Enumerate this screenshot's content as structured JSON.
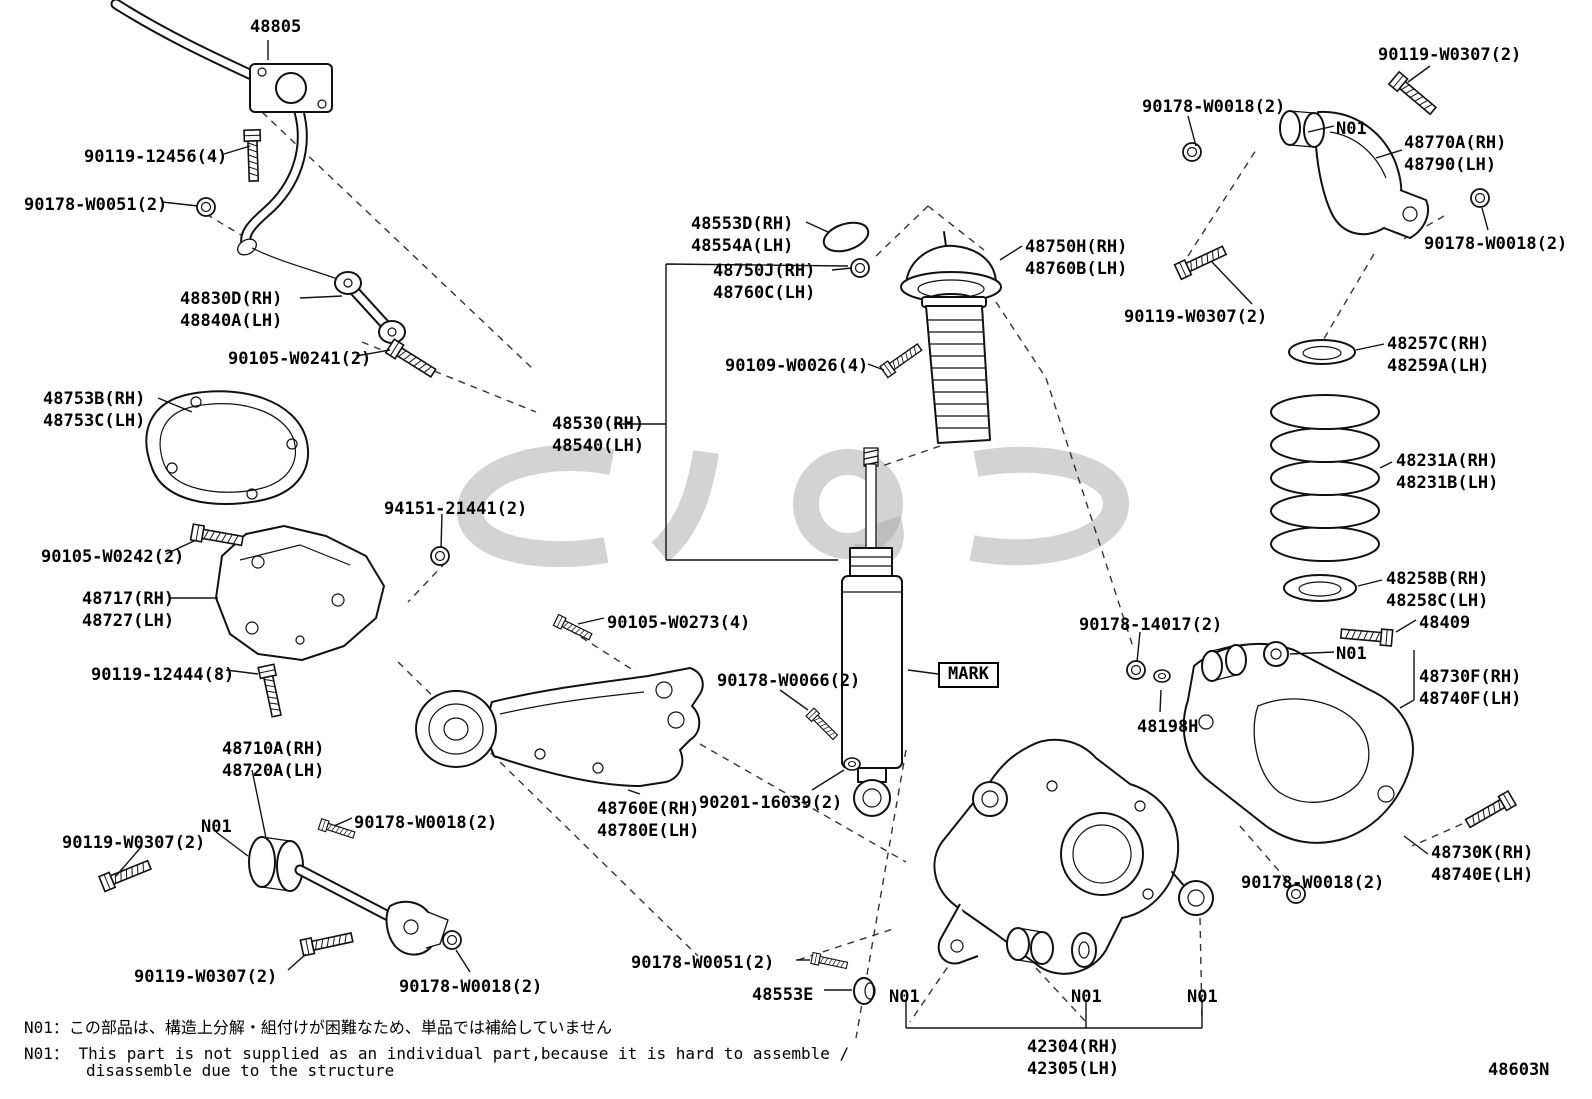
{
  "diagram": {
    "drawing_code": "48603N",
    "mark_box": "MARK",
    "notes": {
      "jp": "N01：この部品は、構造上分解・組付けが困難なため、単品では補給していません",
      "en1": "N01： This part is not supplied as an individual part,because it is hard to assemble /",
      "en2": "disassemble due to the structure"
    },
    "labels": {
      "stabilizer_bar": "48805",
      "bolt_12456": "90119-12456(4)",
      "nut_w0051_top": "90178-W0051(2)",
      "link_rh": "48830D(RH)",
      "link_lh": "48840A(LH)",
      "bolt_w0241": "90105-W0241(2)",
      "cover_rh": "48753B(RH)",
      "cover_lh": "48753C(LH)",
      "bolt_w0242": "90105-W0242(2)",
      "bracket_rh": "48717(RH)",
      "bracket_lh": "48727(LH)",
      "bolt_12444": "90119-12444(8)",
      "strut_rod_rh": "48710A(RH)",
      "strut_rod_lh": "48720A(LH)",
      "n01_1": "N01",
      "bolt_w0307_left": "90119-W0307(2)",
      "bolt_w0018_rod": "90178-W0018(2)",
      "bolt_w0307_bottom": "90119-W0307(2)",
      "nut_w0018_bottom": "90178-W0018(2)",
      "nut_21441": "94151-21441(2)",
      "bolt_w0273": "90105-W0273(4)",
      "trailing_arm_rh": "48760E(RH)",
      "trailing_arm_lh": "48780E(LH)",
      "cap_rh": "48553D(RH)",
      "cap_lh": "48554A(LH)",
      "mount_nut_rh": "48750J(RH)",
      "mount_nut_lh": "48760C(LH)",
      "shock_rh": "48530(RH)",
      "shock_lh": "48540(LH)",
      "bolt_w0026": "90109-W0026(4)",
      "support_rh": "48750H(RH)",
      "support_lh": "48760B(LH)",
      "nut_w0018_top": "90178-W0018(2)",
      "n01_2": "N01",
      "bolt_w0307_topright": "90119-W0307(2)",
      "upper_arm_rh": "48770A(RH)",
      "upper_arm_lh": "48790(LH)",
      "nut_w0018_right": "90178-W0018(2)",
      "bolt_w0307_right": "90119-W0307(2)",
      "seat_upper_rh": "48257C(RH)",
      "seat_upper_lh": "48259A(LH)",
      "spring_rh": "48231A(RH)",
      "spring_lh": "48231B(LH)",
      "seat_lower_rh": "48258B(RH)",
      "seat_lower_lh": "48258C(LH)",
      "nut_14017": "90178-14017(2)",
      "bolt_48409": "48409",
      "n01_3": "N01",
      "lower_arm_rh": "48730F(RH)",
      "lower_arm_lh": "48740F(LH)",
      "washer_48198h": "48198H",
      "bolt_w0066": "90178-W0066(2)",
      "washer_16039": "90201-16039(2)",
      "bolt_w0051_bottom": "90178-W0051(2)",
      "cap_48553e": "48553E",
      "n01_4": "N01",
      "n01_5": "N01",
      "n01_6": "N01",
      "nut_w0018_lower_right": "90178-W0018(2)",
      "arm_bolt_rh": "48730K(RH)",
      "arm_bolt_lh": "48740E(LH)",
      "knuckle_rh": "42304(RH)",
      "knuckle_lh": "42305(LH)"
    }
  }
}
